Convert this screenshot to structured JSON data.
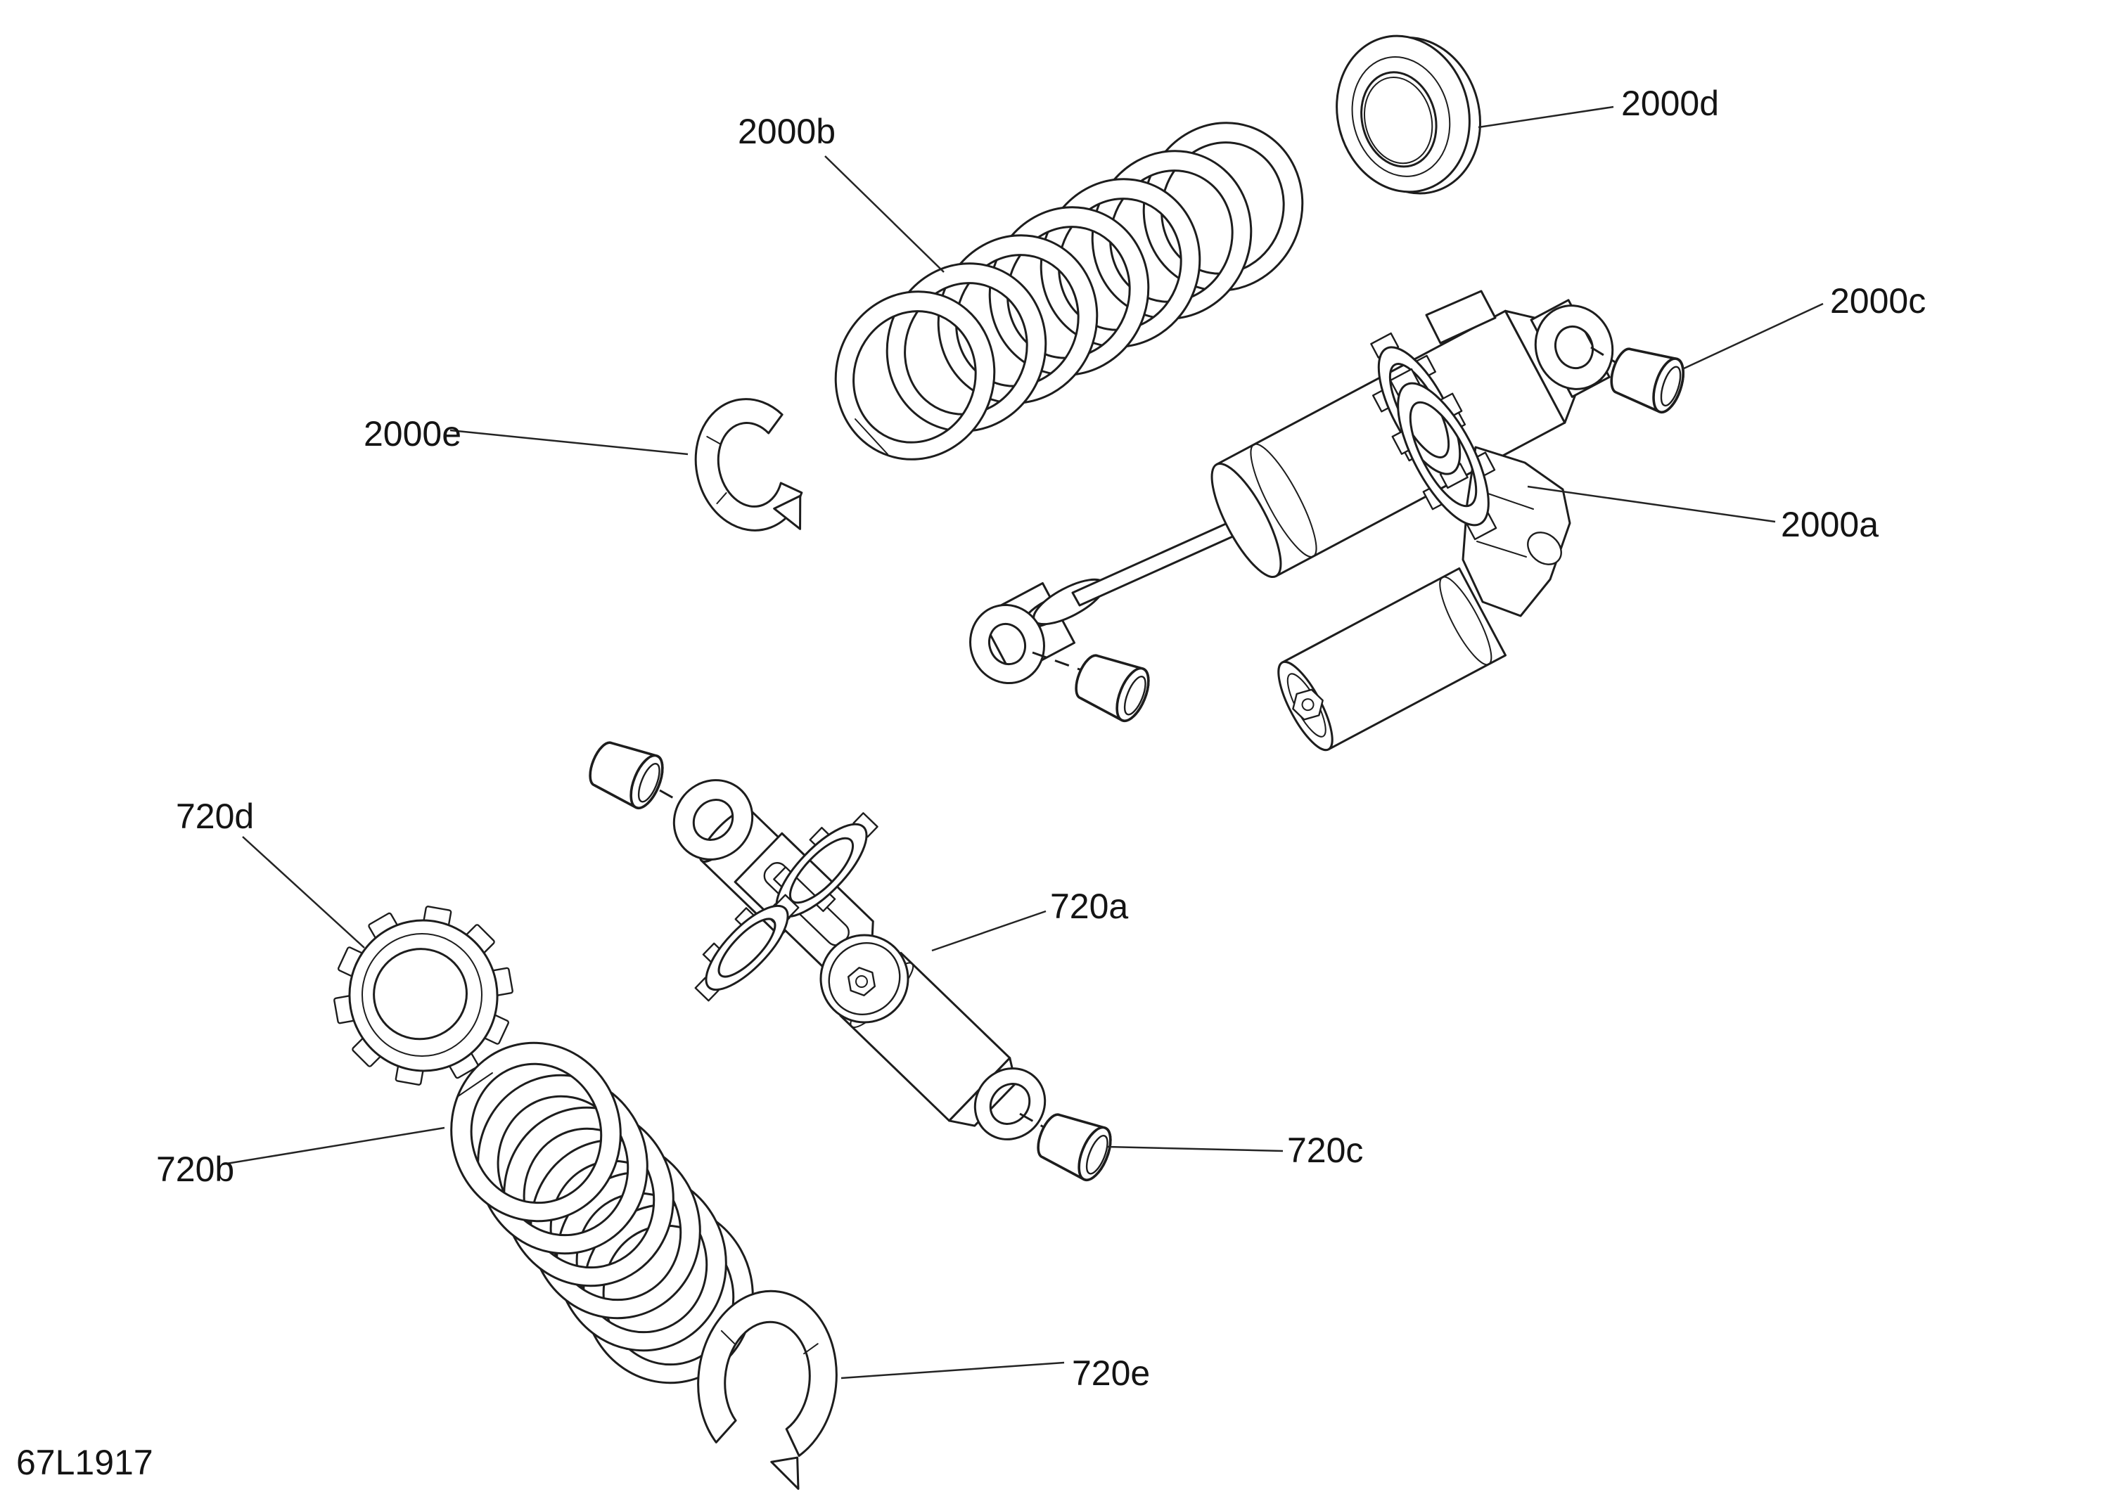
{
  "diagram": {
    "code": "67L1917",
    "colors": {
      "background": "#ffffff",
      "line": "#1d1d1d",
      "label": "#141414"
    },
    "parts": [
      {
        "id": "2000a",
        "kind": "shock-absorber"
      },
      {
        "id": "2000b",
        "kind": "coil-spring"
      },
      {
        "id": "2000c",
        "kind": "bushing"
      },
      {
        "id": "2000d",
        "kind": "spring-seat-ring"
      },
      {
        "id": "2000e",
        "kind": "spring-stopper"
      },
      {
        "id": "720a",
        "kind": "shock-absorber"
      },
      {
        "id": "720b",
        "kind": "coil-spring"
      },
      {
        "id": "720c",
        "kind": "bushing"
      },
      {
        "id": "720d",
        "kind": "spring-adjusting-ring"
      },
      {
        "id": "720e",
        "kind": "spring-stopper"
      }
    ],
    "labels": {
      "p2000b": {
        "text": "2000b"
      },
      "p2000d": {
        "text": "2000d"
      },
      "p2000c": {
        "text": "2000c"
      },
      "p2000a": {
        "text": "2000a"
      },
      "p2000e": {
        "text": "2000e"
      },
      "p720d": {
        "text": "720d"
      },
      "p720a": {
        "text": "720a"
      },
      "p720b": {
        "text": "720b"
      },
      "p720c": {
        "text": "720c"
      },
      "p720e": {
        "text": "720e"
      }
    }
  }
}
